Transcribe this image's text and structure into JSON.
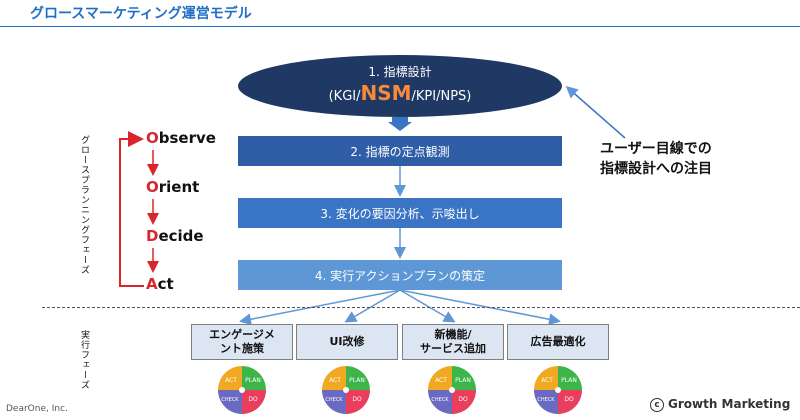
{
  "title": "グロースマーケティング運営モデル",
  "ellipse": {
    "line1": "1. 指標設計",
    "prefix": "(KGI/",
    "nsm": "NSM",
    "suffix": "/KPI/NPS)"
  },
  "steps": [
    "2. 指標の定点観測",
    "3. 変化の要因分析、示唆出し",
    "4. 実行アクションプランの策定"
  ],
  "note": {
    "line1": "ユーザー目線での",
    "line2": "指標設計への注目"
  },
  "side_labels": {
    "planning_phase": "グロースプランニングフェーズ",
    "execution_phase": "実行フェーズ"
  },
  "ooda": {
    "observe": {
      "first": "O",
      "rest": "bserve"
    },
    "orient": {
      "first": "O",
      "rest": "rient"
    },
    "decide": {
      "first": "D",
      "rest": "ecide"
    },
    "act": {
      "first": "A",
      "rest": "ct"
    }
  },
  "executions": [
    {
      "line1": "エンゲージメ",
      "line2": "ント施策"
    },
    {
      "line1": "UI改修",
      "line2": ""
    },
    {
      "line1": "新機能/",
      "line2": "サービス追加"
    },
    {
      "line1": "広告最適化",
      "line2": ""
    }
  ],
  "pdca": {
    "act": "ACT",
    "plan": "PLAN",
    "check": "CHECK",
    "do": "DO"
  },
  "footer": {
    "company": "DearOne, Inc.",
    "copyright_mark": "c",
    "brand": "Growth Marketing"
  },
  "colors": {
    "title": "#1F6FC5",
    "ellipse": "#1F3864",
    "accent": "#F58A3B",
    "ooda_arrow": "#D9262C"
  }
}
